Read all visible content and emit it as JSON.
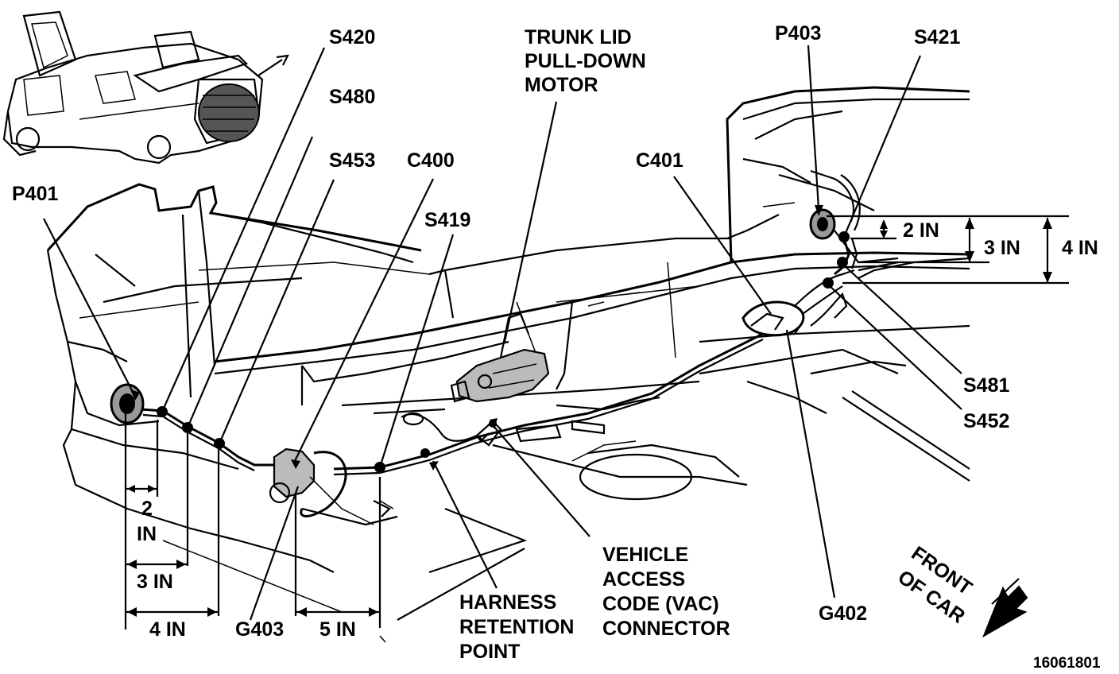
{
  "labels": {
    "s420": "S420",
    "s480": "S480",
    "s453": "S453",
    "c400": "C400",
    "s419": "S419",
    "p401": "P401",
    "trunk_lid_1": "TRUNK LID",
    "trunk_lid_2": "PULL-DOWN",
    "trunk_lid_3": "MOTOR",
    "c401": "C401",
    "p403": "P403",
    "s421": "S421",
    "s481": "S481",
    "s452": "S452",
    "g402": "G402",
    "g403": "G403",
    "vac_1": "VEHICLE",
    "vac_2": "ACCESS",
    "vac_3": "CODE (VAC)",
    "vac_4": "CONNECTOR",
    "harness_1": "HARNESS",
    "harness_2": "RETENTION",
    "harness_3": "POINT",
    "front_1": "FRONT",
    "front_2": "OF CAR",
    "figure_id": "16061801"
  },
  "dimensions": {
    "left_2in_a": "2",
    "left_2in_b": "IN",
    "left_3in": "3  IN",
    "left_4in": "4  IN",
    "left_5in": "5  IN",
    "right_2in": "2  IN",
    "right_3in": "3  IN",
    "right_4in": "4  IN"
  }
}
